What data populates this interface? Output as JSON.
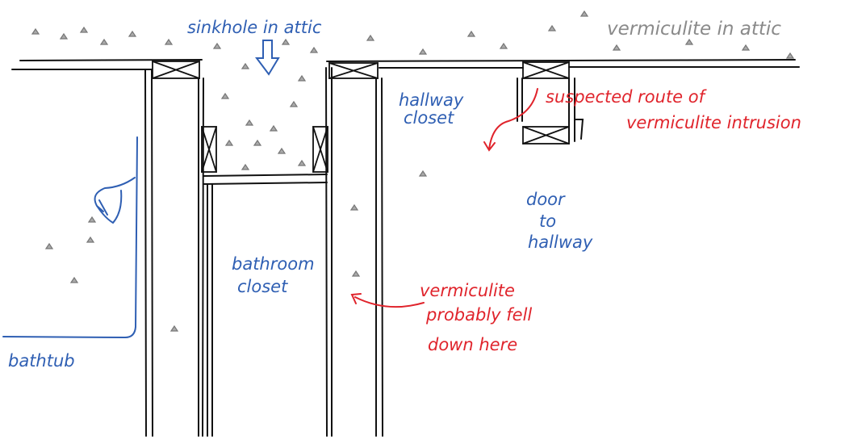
{
  "labels": {
    "sinkhole": "sinkhole in attic",
    "vermiculite_attic": "vermiculite in attic",
    "hallway_closet_1": "hallway",
    "hallway_closet_2": "closet",
    "suspected_1": "suspected route of",
    "suspected_2": "vermiculite intrusion",
    "door_1": "door",
    "door_2": "to",
    "door_3": "hallway",
    "bathroom_closet_1": "bathroom",
    "bathroom_closet_2": "closet",
    "fell_1": "vermiculite",
    "fell_2": "probably fell",
    "fell_3": "down here",
    "bathtub": "bathtub"
  },
  "colors": {
    "ink": "#111111",
    "blue": "#2f5fb3",
    "red": "#e0242c",
    "gray": "#8a8a8a"
  }
}
